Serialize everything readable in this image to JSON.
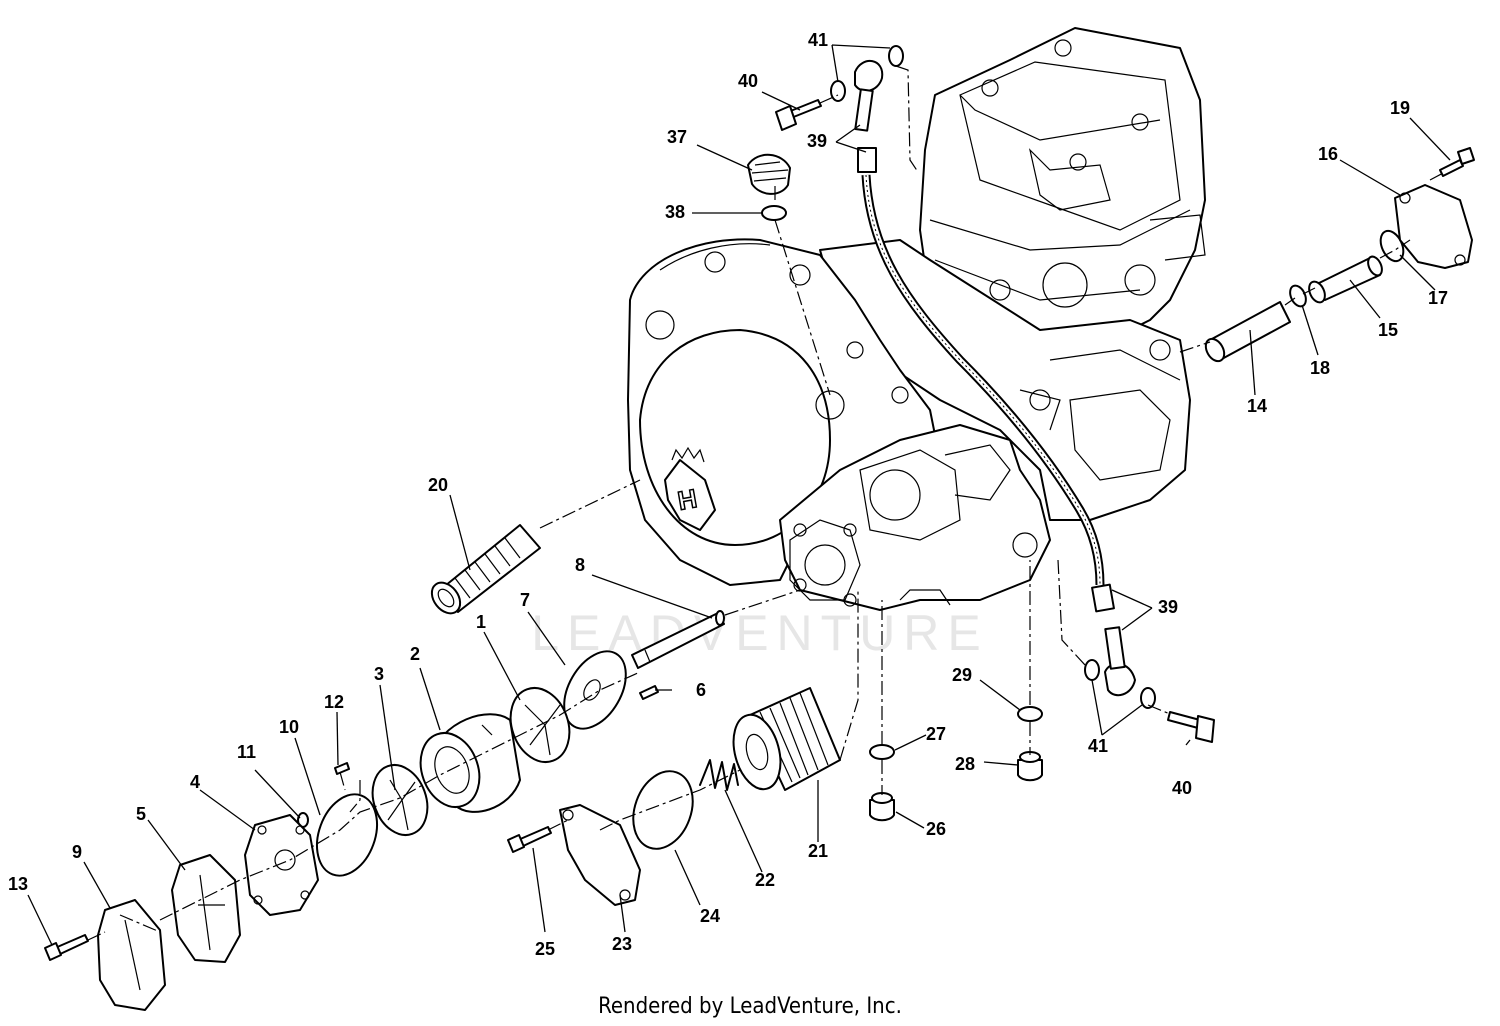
{
  "callouts": [
    {
      "id": "c1",
      "text": "1"
    },
    {
      "id": "c2",
      "text": "2"
    },
    {
      "id": "c3",
      "text": "3"
    },
    {
      "id": "c4",
      "text": "4"
    },
    {
      "id": "c5",
      "text": "5"
    },
    {
      "id": "c6",
      "text": "6"
    },
    {
      "id": "c7",
      "text": "7"
    },
    {
      "id": "c8",
      "text": "8"
    },
    {
      "id": "c9",
      "text": "9"
    },
    {
      "id": "c10",
      "text": "10"
    },
    {
      "id": "c11",
      "text": "11"
    },
    {
      "id": "c12",
      "text": "12"
    },
    {
      "id": "c13",
      "text": "13"
    },
    {
      "id": "c14",
      "text": "14"
    },
    {
      "id": "c15",
      "text": "15"
    },
    {
      "id": "c16",
      "text": "16"
    },
    {
      "id": "c17",
      "text": "17"
    },
    {
      "id": "c18",
      "text": "18"
    },
    {
      "id": "c19",
      "text": "19"
    },
    {
      "id": "c20",
      "text": "20"
    },
    {
      "id": "c21",
      "text": "21"
    },
    {
      "id": "c22",
      "text": "22"
    },
    {
      "id": "c23",
      "text": "23"
    },
    {
      "id": "c24",
      "text": "24"
    },
    {
      "id": "c25",
      "text": "25"
    },
    {
      "id": "c26",
      "text": "26"
    },
    {
      "id": "c27",
      "text": "27"
    },
    {
      "id": "c28",
      "text": "28"
    },
    {
      "id": "c29",
      "text": "29"
    },
    {
      "id": "c37",
      "text": "37"
    },
    {
      "id": "c38",
      "text": "38"
    },
    {
      "id": "c39a",
      "text": "39"
    },
    {
      "id": "c39b",
      "text": "39"
    },
    {
      "id": "c40a",
      "text": "40"
    },
    {
      "id": "c40b",
      "text": "40"
    },
    {
      "id": "c41a",
      "text": "41"
    },
    {
      "id": "c41b",
      "text": "41"
    }
  ],
  "watermark": "LEADVENTURE",
  "brand_letter": "H",
  "footer": "Rendered by LeadVenture, Inc."
}
